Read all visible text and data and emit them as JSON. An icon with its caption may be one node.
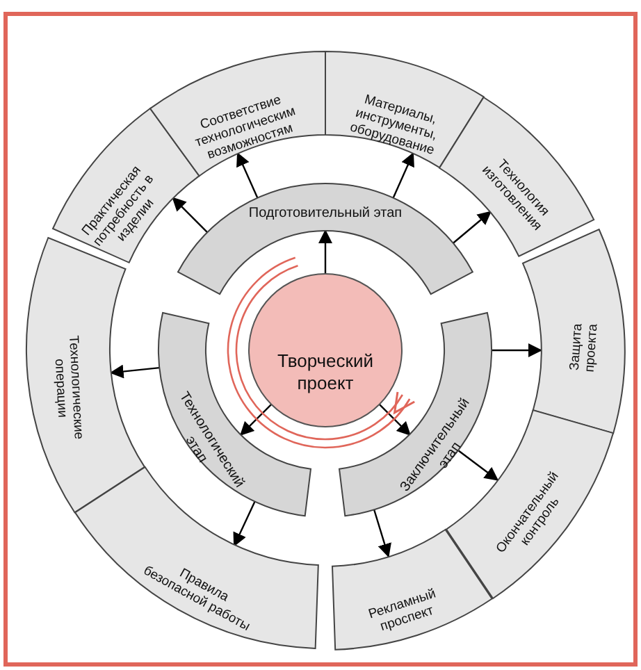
{
  "diagram": {
    "nodes": [
      {
        "text": [
          "Творческий проект"
        ]
      },
      {
        "text": [
          "Подготовительный этап"
        ]
      },
      {
        "text": [
          "Технологический этап"
        ]
      },
      {
        "text": [
          "Заключительный этап"
        ]
      },
      {
        "text": [
          "Практическая потребность в изделии"
        ]
      },
      {
        "text": [
          "Соответствие технологическим возможностям"
        ]
      },
      {
        "text": [
          "Материалы, инструменты, оборудование"
        ]
      },
      {
        "text": [
          "Технология изготовления"
        ]
      },
      {
        "text": [
          "Технологические операции"
        ]
      },
      {
        "text": [
          "Правила безопасной работы"
        ]
      },
      {
        "text": [
          "Защита проекта"
        ]
      },
      {
        "text": [
          "Окончательный контроль"
        ]
      },
      {
        "text": [
          "Рекламный проспект"
        ]
      }
    ],
    "edges": [
      {
        "from": 0,
        "to": 1,
        "arrow": "to"
      },
      {
        "from": 0,
        "to": 2,
        "arrow": "to"
      },
      {
        "from": 0,
        "to": 3,
        "arrow": "to"
      },
      {
        "from": 1,
        "to": 4,
        "arrow": "to"
      },
      {
        "from": 1,
        "to": 5,
        "arrow": "to"
      },
      {
        "from": 1,
        "to": 6,
        "arrow": "to"
      },
      {
        "from": 1,
        "to": 7,
        "arrow": "to"
      },
      {
        "from": 2,
        "to": 8,
        "arrow": "to"
      },
      {
        "from": 2,
        "to": 9,
        "arrow": "to"
      },
      {
        "from": 3,
        "to": 10,
        "arrow": "to"
      },
      {
        "from": 3,
        "to": 11,
        "arrow": "to"
      },
      {
        "from": 3,
        "to": 12,
        "arrow": "to"
      }
    ]
  }
}
